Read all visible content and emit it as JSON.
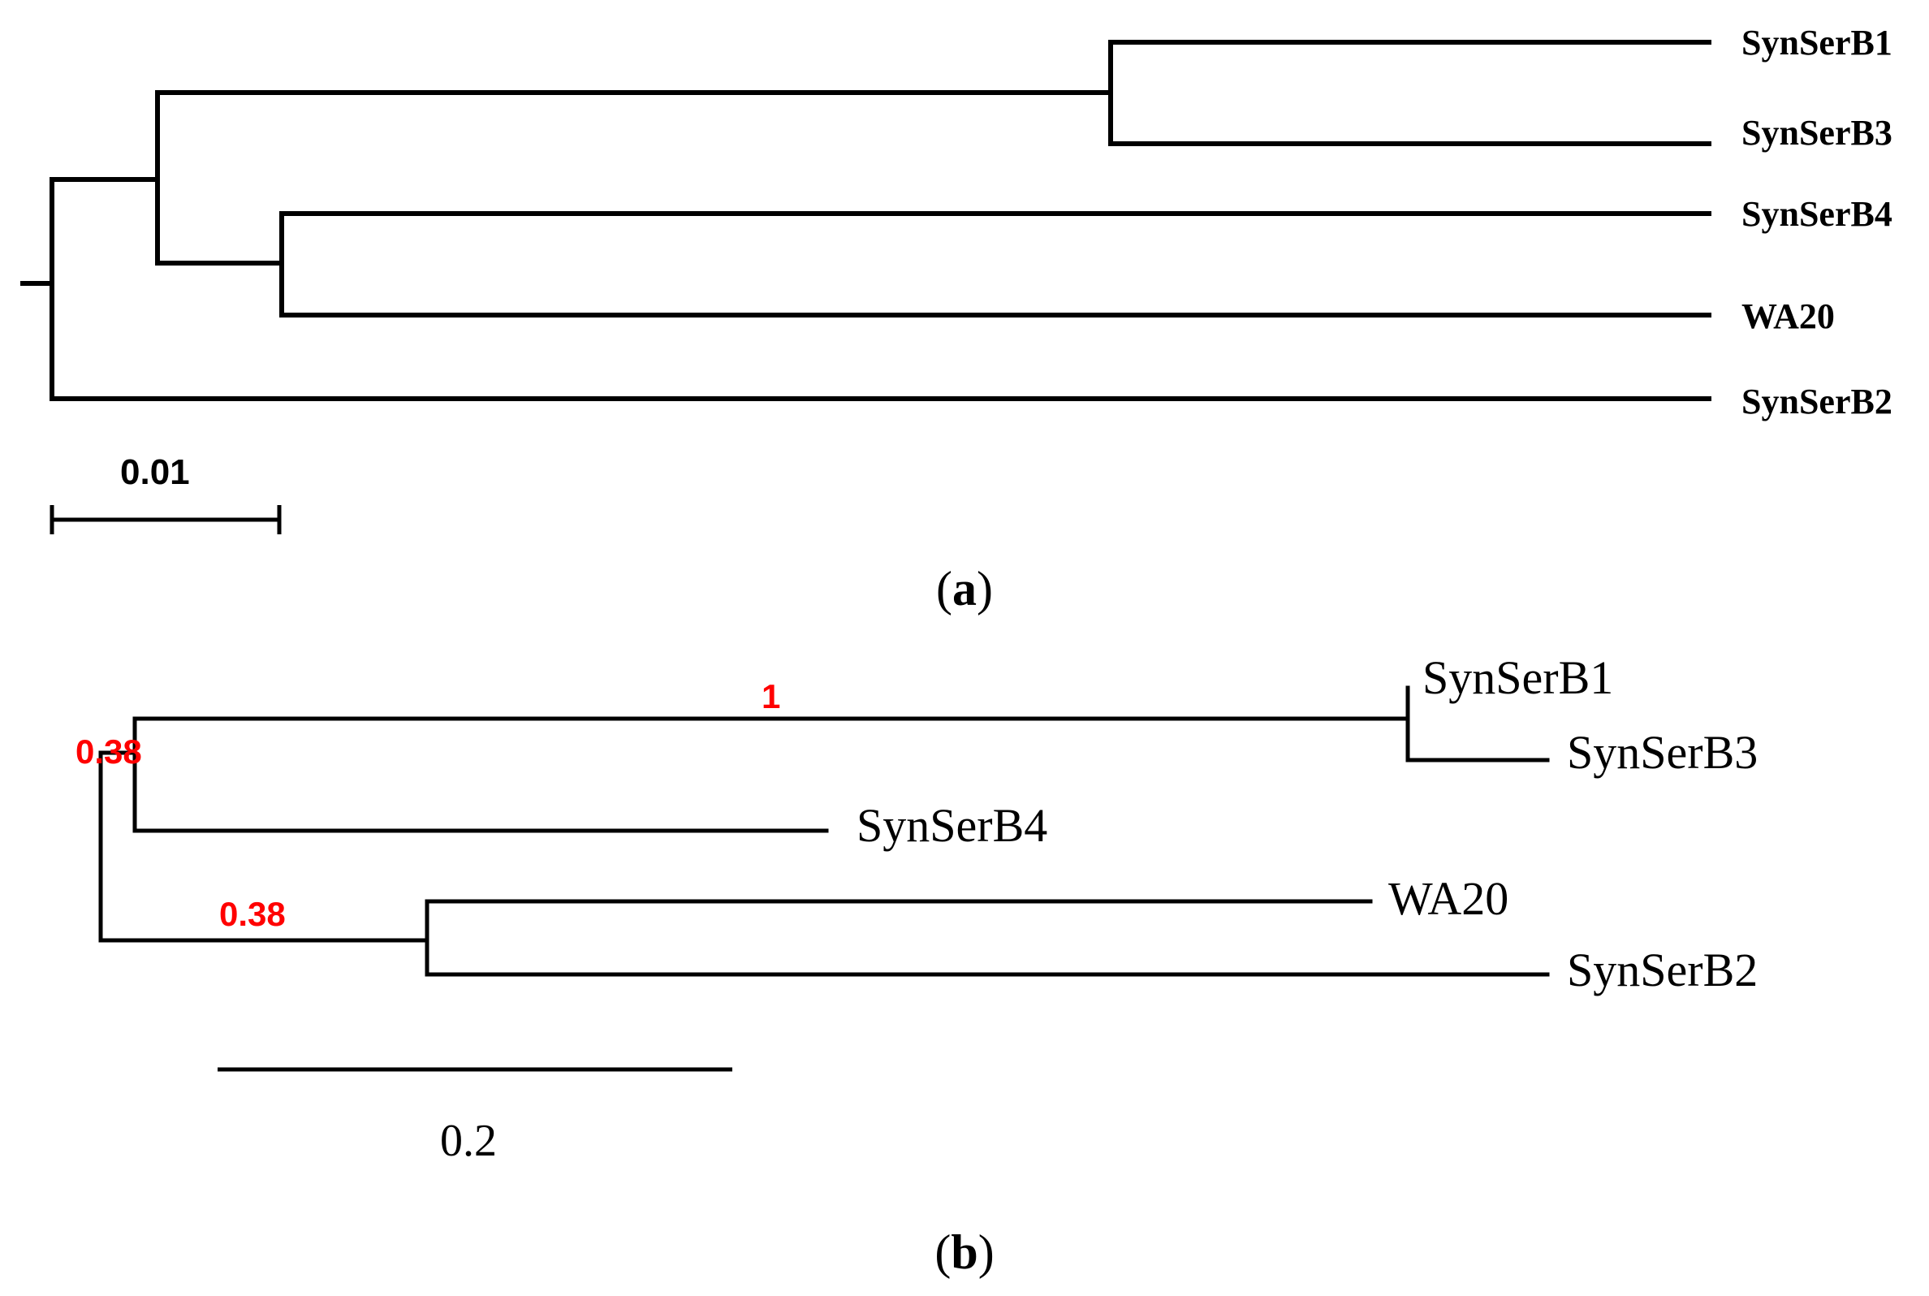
{
  "colors": {
    "line": "#000000",
    "support_value": "#ff0000"
  },
  "panel_a": {
    "leaves": [
      "SynSerB1",
      "SynSerB3",
      "SynSerB4",
      "WA20",
      "SynSerB2"
    ],
    "scale_label": "0.01",
    "caption_letter": "a"
  },
  "panel_b": {
    "leaves": [
      "SynSerB1",
      "SynSerB3",
      "SynSerB4",
      "WA20",
      "SynSerB2"
    ],
    "support_values": [
      "1",
      "0.38",
      "0.38"
    ],
    "scale_label": "0.2",
    "caption_letter": "b"
  }
}
